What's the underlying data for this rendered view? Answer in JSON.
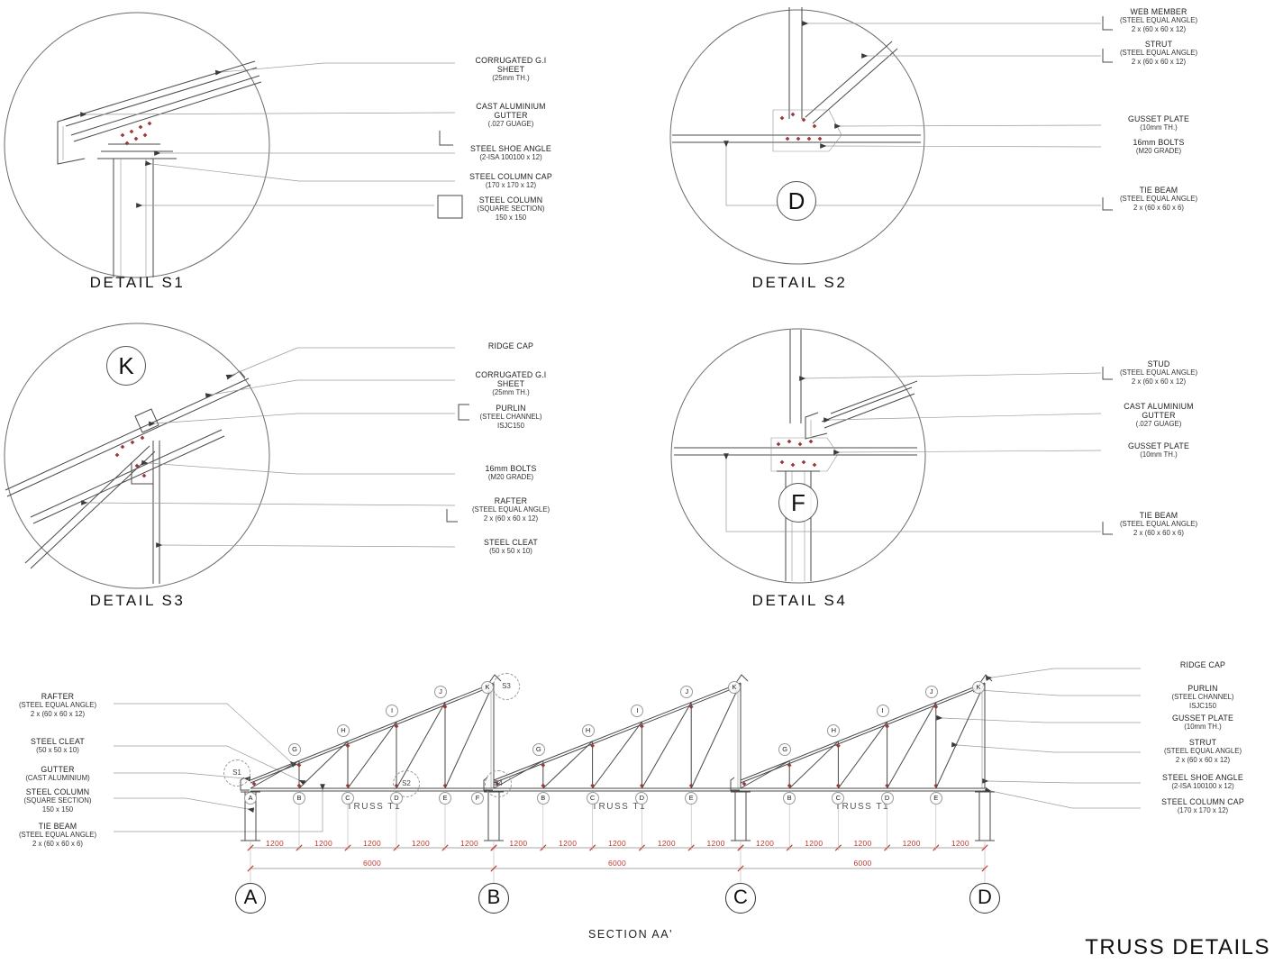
{
  "sheet": {
    "title": "TRUSS DETAILS",
    "section_title": "SECTION AA'"
  },
  "details": {
    "s1": {
      "title": "DETAIL S1",
      "labels": [
        [
          "CORRUGATED G.I",
          "SHEET",
          "(25mm TH.)"
        ],
        [
          "CAST ALUMINIUM",
          "GUTTER",
          "(.027 GUAGE)"
        ],
        [
          "STEEL SHOE ANGLE",
          "(2-ISA 100100 x 12)"
        ],
        [
          "STEEL COLUMN CAP",
          "(170 x 170 x 12)"
        ],
        [
          "STEEL COLUMN",
          "(SQUARE SECTION)",
          "150 x 150"
        ]
      ]
    },
    "s2": {
      "title": "DETAIL S2",
      "node_letter": "D",
      "labels": [
        [
          "WEB MEMBER",
          "(STEEL EQUAL ANGLE)",
          "2 x (60 x 60 x 12)"
        ],
        [
          "STRUT",
          "(STEEL EQUAL ANGLE)",
          "2 x (60 x 60 x 12)"
        ],
        [
          "GUSSET PLATE",
          "(10mm TH.)"
        ],
        [
          "16mm BOLTS",
          "(M20 GRADE)"
        ],
        [
          "TIE BEAM",
          "(STEEL EQUAL ANGLE)",
          "2 x (60 x 60 x 6)"
        ]
      ]
    },
    "s3": {
      "title": "DETAIL S3",
      "node_letter": "K",
      "labels": [
        [
          "RIDGE CAP"
        ],
        [
          "CORRUGATED G.I",
          "SHEET",
          "(25mm TH.)"
        ],
        [
          "PURLIN",
          "(STEEL CHANNEL)",
          "ISJC150"
        ],
        [
          "16mm BOLTS",
          "(M20 GRADE)"
        ],
        [
          "RAFTER",
          "(STEEL EQUAL ANGLE)",
          "2 x (60 x 60 x 12)"
        ],
        [
          "STEEL CLEAT",
          "(50 x 50 x 10)"
        ]
      ]
    },
    "s4": {
      "title": "DETAIL S4",
      "node_letter": "F",
      "labels": [
        [
          "STUD",
          "(STEEL EQUAL ANGLE)",
          "2 x (60 x 60 x 12)"
        ],
        [
          "CAST ALUMINIUM",
          "GUTTER",
          "(.027 GUAGE)"
        ],
        [
          "GUSSET PLATE",
          "(10mm TH.)"
        ],
        [
          "TIE BEAM",
          "(STEEL EQUAL ANGLE)",
          "2 x (60 x 60 x 6)"
        ]
      ]
    }
  },
  "section": {
    "left_labels": [
      [
        "RAFTER",
        "(STEEL EQUAL ANGLE)",
        "2 x (60 x 60 x 12)"
      ],
      [
        "STEEL CLEAT",
        "(50 x 50 x 10)"
      ],
      [
        "GUTTER",
        "(CAST ALUMINIUM)"
      ],
      [
        "STEEL COLUMN",
        "(SQUARE SECTION)",
        "150 x 150"
      ],
      [
        "TIE BEAM",
        "(STEEL EQUAL ANGLE)",
        "2 x (60 x 60 x 6)"
      ]
    ],
    "right_labels": [
      [
        "RIDGE CAP"
      ],
      [
        "PURLIN",
        "(STEEL CHANNEL)",
        "ISJC150"
      ],
      [
        "GUSSET PLATE",
        "(10mm TH.)"
      ],
      [
        "STRUT",
        "(STEEL EQUAL ANGLE)",
        "2 x (60 x 60 x 12)"
      ],
      [
        "STEEL SHOE ANGLE",
        "(2-ISA 100100 x 12)"
      ],
      [
        "STEEL COLUMN CAP",
        "(170 x 170 x 12)"
      ]
    ],
    "truss_labels": [
      "TRUSS T1",
      "TRUSS T1",
      "TRUSS T1"
    ],
    "grid_bubbles": [
      "A",
      "B",
      "C",
      "D"
    ],
    "top_nodes": [
      "G",
      "H",
      "I",
      "J",
      "K"
    ],
    "bottom_nodes": [
      "B",
      "C",
      "D",
      "E"
    ],
    "end_nodes": {
      "left": "A",
      "right": "F"
    },
    "detail_markers": [
      "S1",
      "S2",
      "S3",
      "S4"
    ],
    "dims_1200": [
      "1200",
      "1200",
      "1200",
      "1200",
      "1200",
      "1200",
      "1200",
      "1200",
      "1200",
      "1200",
      "1200",
      "1200",
      "1200",
      "1200",
      "1200"
    ],
    "dims_6000": [
      "6000",
      "6000",
      "6000"
    ]
  }
}
